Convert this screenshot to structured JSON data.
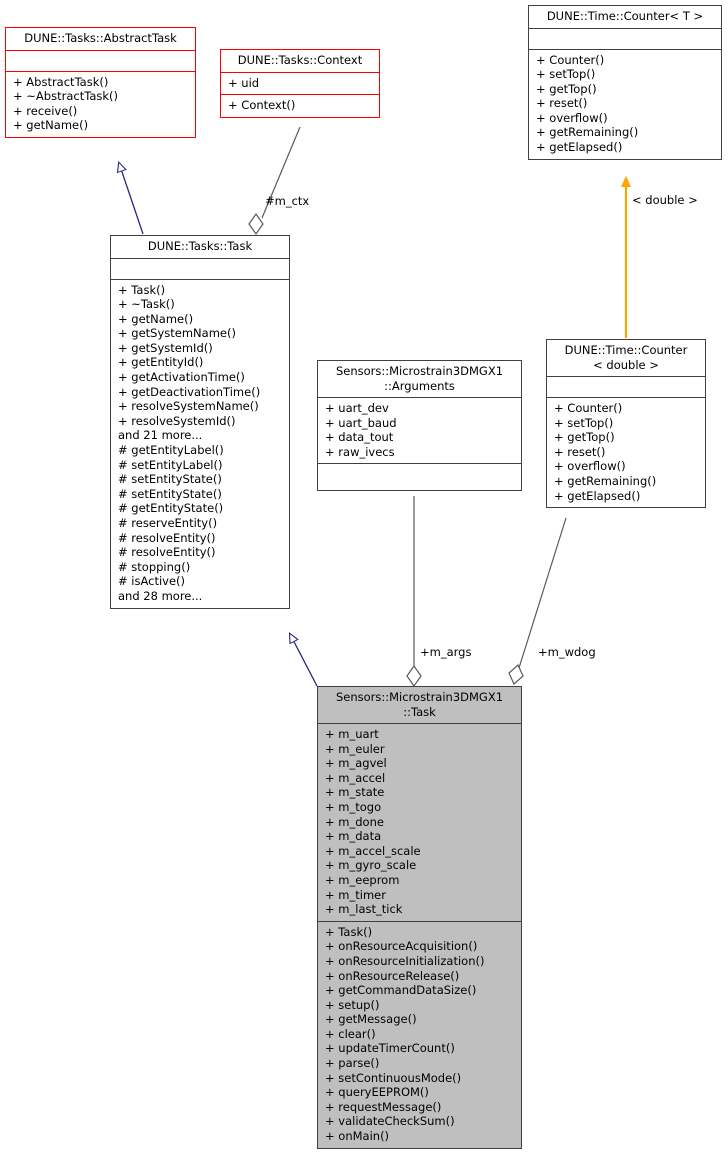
{
  "diagram": {
    "kind": "uml-class-collaboration-diagram",
    "title": "Sensors::Microstrain3DMGX1::Task collaboration diagram",
    "colors": {
      "base_class_border": "#ff0000",
      "normal_border": "#404040",
      "highlight_fill": "#bfbfbf",
      "inheritance_edge": "#27277f",
      "template_edge": "#ffa500",
      "aggregation_edge": "#5a5a5a",
      "background": "#ffffff"
    }
  },
  "nodes": [
    {
      "id": "abstract-task",
      "name": "DUNE::Tasks::AbstractTask",
      "style": "red",
      "attributes": [],
      "operations": [
        "+ AbstractTask()",
        "+ ~AbstractTask()",
        "+ receive()",
        "+ getName()"
      ]
    },
    {
      "id": "context",
      "name": "DUNE::Tasks::Context",
      "style": "red",
      "attributes": [
        "+ uid"
      ],
      "operations": [
        "+ Context()"
      ]
    },
    {
      "id": "counter-t",
      "name": "DUNE::Time::Counter< T >",
      "style": "black",
      "attributes": [],
      "operations": [
        "+ Counter()",
        "+ setTop()",
        "+ getTop()",
        "+ reset()",
        "+ overflow()",
        "+ getRemaining()",
        "+ getElapsed()"
      ]
    },
    {
      "id": "tasks-task",
      "name": "DUNE::Tasks::Task",
      "style": "black",
      "attributes": [],
      "operations": [
        "+ Task()",
        "+ ~Task()",
        "+ getName()",
        "+ getSystemName()",
        "+ getSystemId()",
        "+ getEntityId()",
        "+ getActivationTime()",
        "+ getDeactivationTime()",
        "+ resolveSystemName()",
        "+ resolveSystemId()",
        "and 21 more...",
        "# getEntityLabel()",
        "# setEntityLabel()",
        "# setEntityState()",
        "# setEntityState()",
        "# getEntityState()",
        "# reserveEntity()",
        "# resolveEntity()",
        "# resolveEntity()",
        "# stopping()",
        "# isActive()",
        "and 28 more..."
      ]
    },
    {
      "id": "arguments",
      "name": "Sensors::Microstrain3DMGX1\n::Arguments",
      "style": "black",
      "attributes": [
        "+ uart_dev",
        "+ uart_baud",
        "+ data_tout",
        "+ raw_ivecs"
      ],
      "operations": []
    },
    {
      "id": "counter-double",
      "name": "DUNE::Time::Counter\n< double >",
      "style": "black",
      "attributes": [],
      "operations": [
        "+ Counter()",
        "+ setTop()",
        "+ getTop()",
        "+ reset()",
        "+ overflow()",
        "+ getRemaining()",
        "+ getElapsed()"
      ]
    },
    {
      "id": "micro-task",
      "name": "Sensors::Microstrain3DMGX1\n::Task",
      "style": "filled",
      "attributes": [
        "+ m_uart",
        "+ m_euler",
        "+ m_agvel",
        "+ m_accel",
        "+ m_state",
        "+ m_togo",
        "+ m_done",
        "+ m_data",
        "+ m_accel_scale",
        "+ m_gyro_scale",
        "+ m_eeprom",
        "+ m_timer",
        "+ m_last_tick"
      ],
      "operations": [
        "+ Task()",
        "+ onResourceAcquisition()",
        "+ onResourceInitialization()",
        "+ onResourceRelease()",
        "+ getCommandDataSize()",
        "+ setup()",
        "+ getMessage()",
        "+ clear()",
        "+ updateTimerCount()",
        "+ parse()",
        "+ setContinuousMode()",
        "+ queryEEPROM()",
        "+ requestMessage()",
        "+ validateCheckSum()",
        "+ onMain()"
      ]
    }
  ],
  "edges": [
    {
      "id": "edge-task-inherits-abstracttask",
      "type": "inheritance",
      "from": "tasks-task",
      "to": "abstract-task",
      "label": ""
    },
    {
      "id": "edge-task-has-context",
      "type": "aggregation",
      "from": "tasks-task",
      "to": "context",
      "label": "#m_ctx"
    },
    {
      "id": "edge-counterdouble-instantiates-countert",
      "type": "template-instance",
      "from": "counter-double",
      "to": "counter-t",
      "label": "< double >"
    },
    {
      "id": "edge-microtask-inherits-task",
      "type": "inheritance",
      "from": "micro-task",
      "to": "tasks-task",
      "label": ""
    },
    {
      "id": "edge-microtask-has-args",
      "type": "aggregation",
      "from": "micro-task",
      "to": "arguments",
      "label": "+m_args"
    },
    {
      "id": "edge-microtask-has-wdog",
      "type": "aggregation",
      "from": "micro-task",
      "to": "counter-double",
      "label": "+m_wdog"
    }
  ]
}
